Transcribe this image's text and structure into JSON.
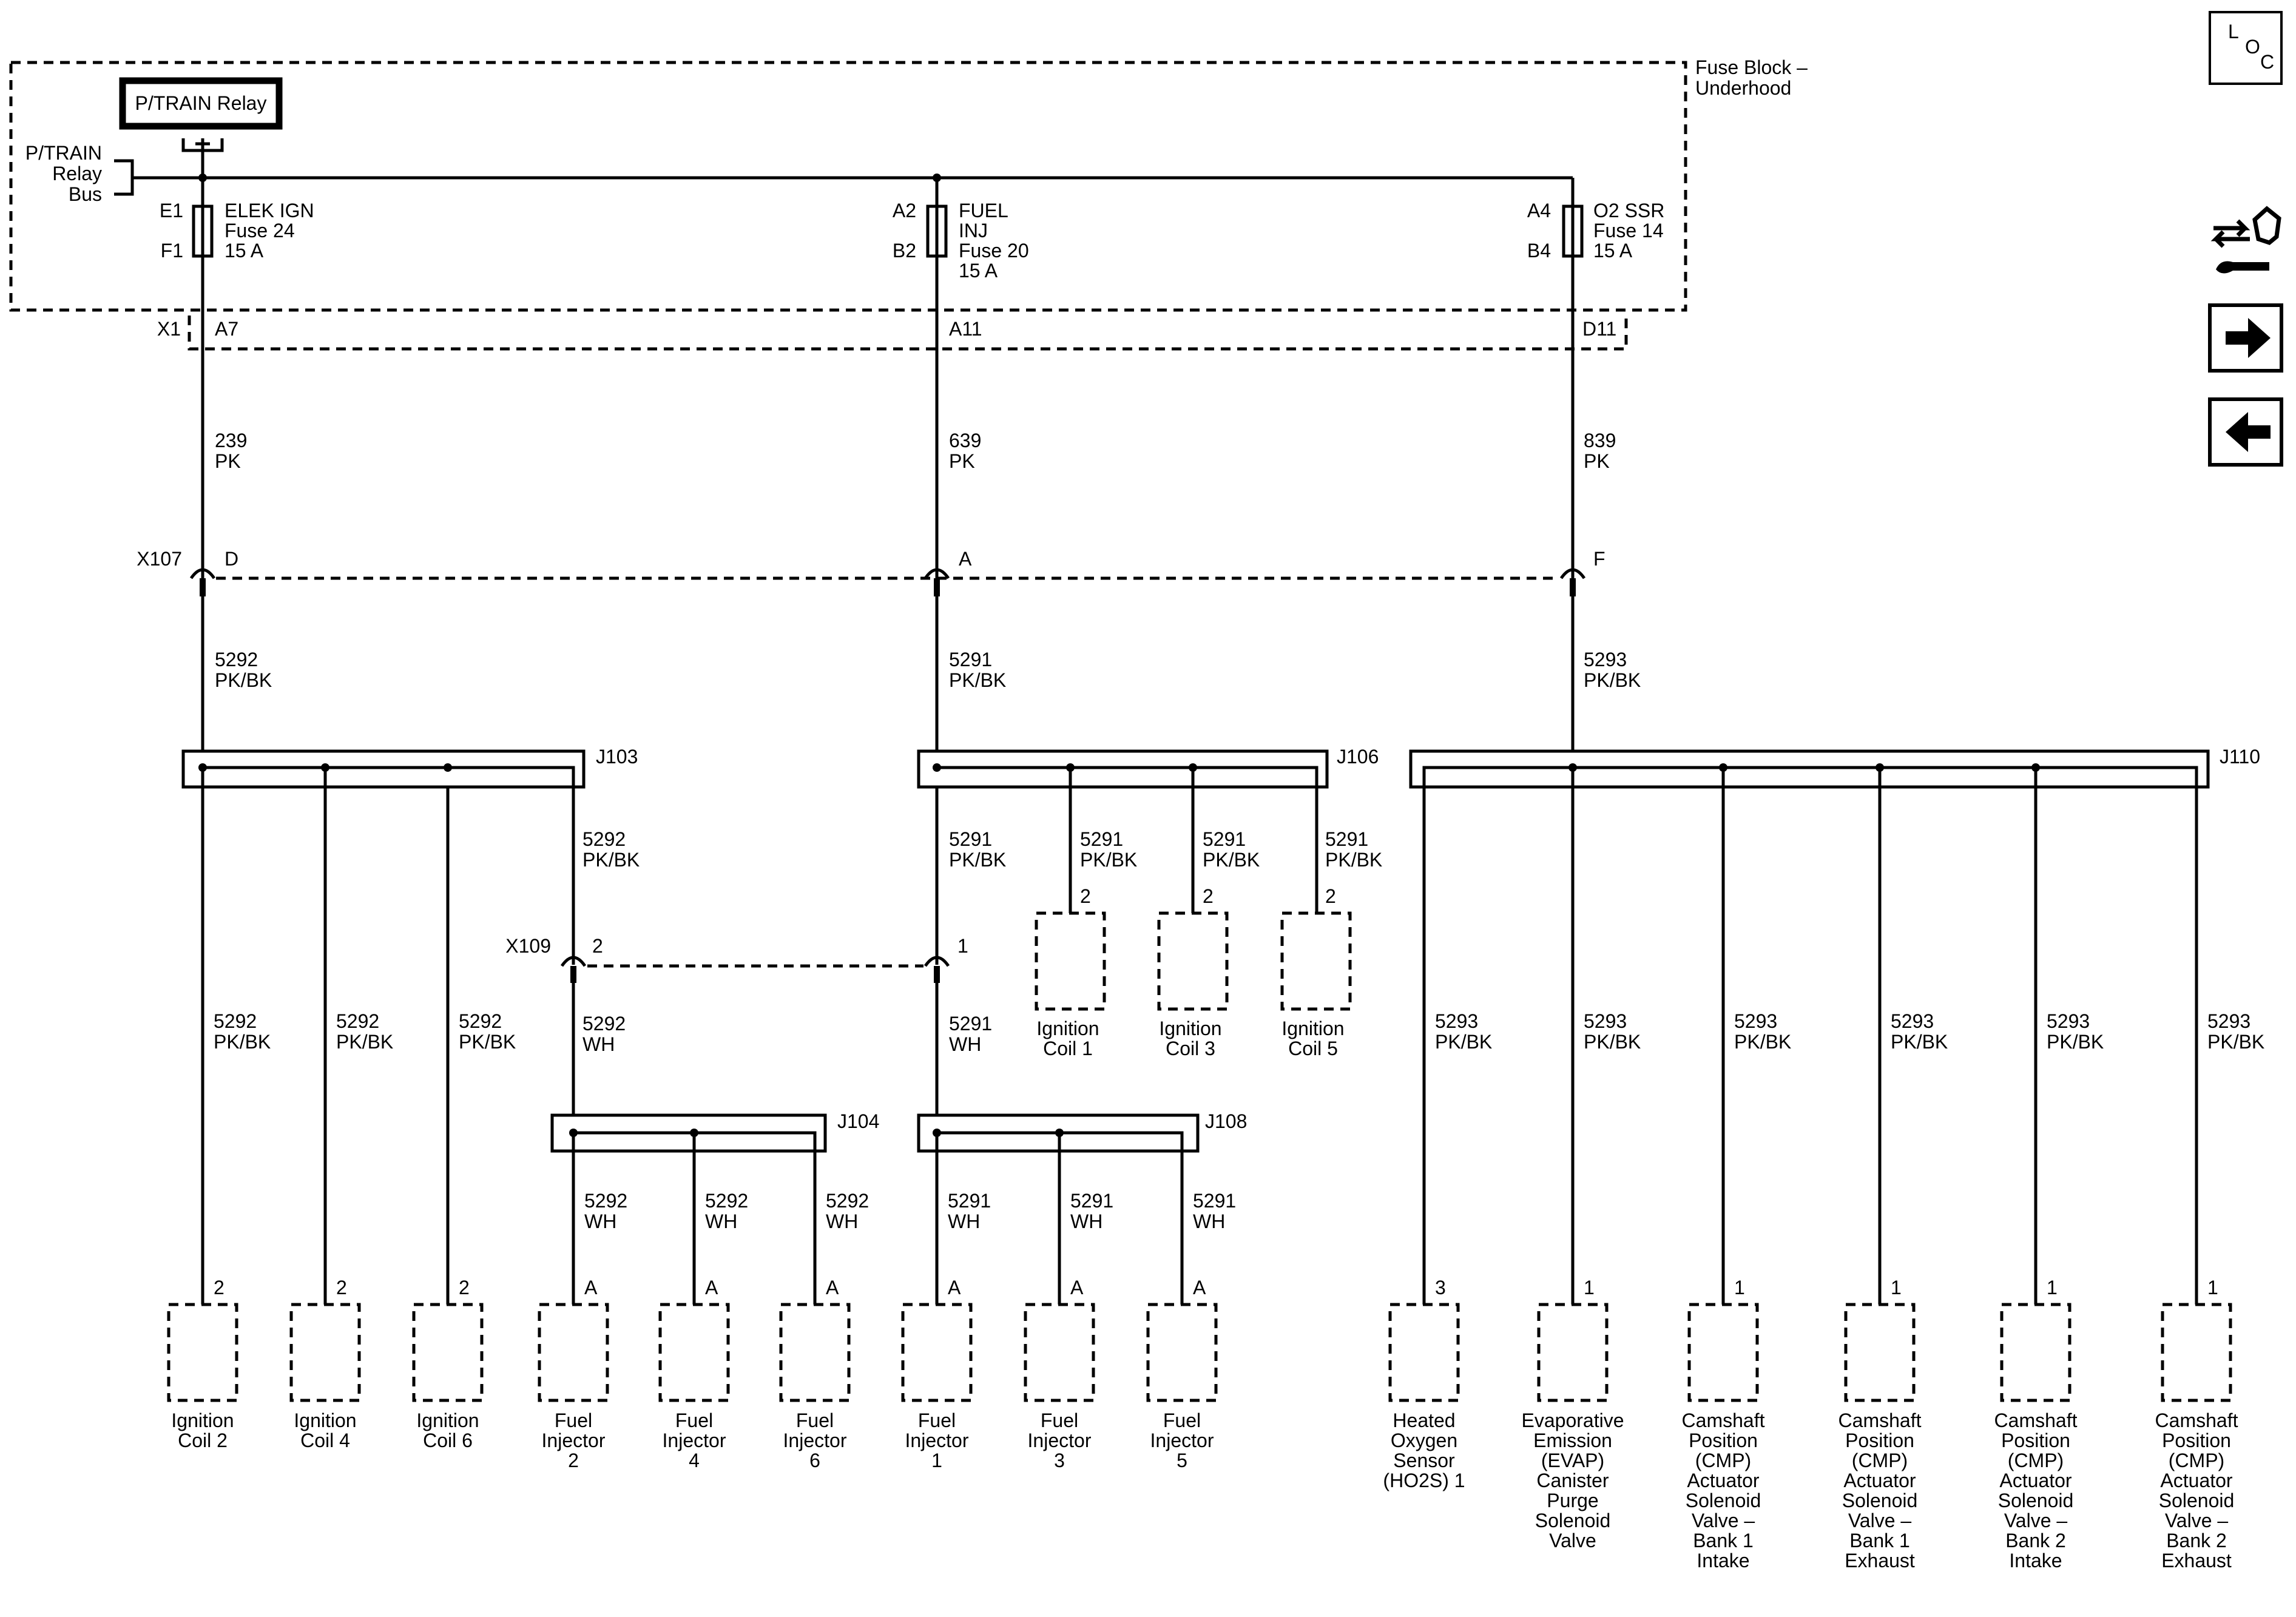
{
  "fuse_block": {
    "title": "Fuse Block –",
    "subtitle": "Underhood"
  },
  "relay": {
    "label": "P/TRAIN Relay"
  },
  "relay_bus": {
    "line1": "P/TRAIN",
    "line2": "Relay",
    "line3": "Bus"
  },
  "fuses": [
    {
      "in_pin": "E1",
      "out_pin": "F1",
      "name_lines": [
        "ELEK IGN",
        "Fuse 24",
        "15 A"
      ]
    },
    {
      "in_pin": "A2",
      "out_pin": "B2",
      "name_lines": [
        "FUEL",
        "INJ",
        "Fuse 20",
        "15 A"
      ]
    },
    {
      "in_pin": "A4",
      "out_pin": "B4",
      "name_lines": [
        "O2 SSR",
        "Fuse 14",
        "15 A"
      ]
    }
  ],
  "connector_x1": {
    "name": "X1",
    "pins": [
      "A7",
      "A11",
      "D11"
    ]
  },
  "feed_wires": [
    {
      "circuit": "239",
      "color": "PK"
    },
    {
      "circuit": "639",
      "color": "PK"
    },
    {
      "circuit": "839",
      "color": "PK"
    }
  ],
  "connector_x107": {
    "name": "X107",
    "pins": [
      "D",
      "A",
      "F"
    ]
  },
  "post_x107_wires": [
    {
      "circuit": "5292",
      "color": "PK/BK"
    },
    {
      "circuit": "5291",
      "color": "PK/BK"
    },
    {
      "circuit": "5293",
      "color": "PK/BK"
    }
  ],
  "splices": {
    "j103": "J103",
    "j106": "J106",
    "j110": "J110",
    "j104": "J104",
    "j108": "J108"
  },
  "connector_x109": {
    "name": "X109",
    "pins": [
      "2",
      "1"
    ]
  },
  "j103_branch": {
    "circuit": "5292",
    "color": "PK/BK"
  },
  "j106_branch": {
    "circuit": "5291",
    "color": "PK/BK"
  },
  "x109_out": [
    {
      "circuit": "5292",
      "color": "WH"
    },
    {
      "circuit": "5291",
      "color": "WH"
    }
  ],
  "top_coils": [
    {
      "circuit": "5291",
      "color": "PK/BK",
      "pin": "2",
      "name_lines": [
        "Ignition",
        "Coil 1"
      ]
    },
    {
      "circuit": "5291",
      "color": "PK/BK",
      "pin": "2",
      "name_lines": [
        "Ignition",
        "Coil 3"
      ]
    },
    {
      "circuit": "5291",
      "color": "PK/BK",
      "pin": "2",
      "name_lines": [
        "Ignition",
        "Coil 5"
      ]
    }
  ],
  "bottom_components": [
    {
      "circuit": "5292",
      "color": "PK/BK",
      "pin": "2",
      "name_lines": [
        "Ignition",
        "Coil 2"
      ]
    },
    {
      "circuit": "5292",
      "color": "PK/BK",
      "pin": "2",
      "name_lines": [
        "Ignition",
        "Coil 4"
      ]
    },
    {
      "circuit": "5292",
      "color": "PK/BK",
      "pin": "2",
      "name_lines": [
        "Ignition",
        "Coil 6"
      ]
    },
    {
      "circuit": "5292",
      "color": "WH",
      "pin": "A",
      "name_lines": [
        "Fuel",
        "Injector",
        "2"
      ]
    },
    {
      "circuit": "5292",
      "color": "WH",
      "pin": "A",
      "name_lines": [
        "Fuel",
        "Injector",
        "4"
      ]
    },
    {
      "circuit": "5292",
      "color": "WH",
      "pin": "A",
      "name_lines": [
        "Fuel",
        "Injector",
        "6"
      ]
    },
    {
      "circuit": "5291",
      "color": "WH",
      "pin": "A",
      "name_lines": [
        "Fuel",
        "Injector",
        "1"
      ]
    },
    {
      "circuit": "5291",
      "color": "WH",
      "pin": "A",
      "name_lines": [
        "Fuel",
        "Injector",
        "3"
      ]
    },
    {
      "circuit": "5291",
      "color": "WH",
      "pin": "A",
      "name_lines": [
        "Fuel",
        "Injector",
        "5"
      ]
    },
    {
      "circuit": "5293",
      "color": "PK/BK",
      "pin": "3",
      "name_lines": [
        "Heated",
        "Oxygen",
        "Sensor",
        "(HO2S) 1"
      ]
    },
    {
      "circuit": "5293",
      "color": "PK/BK",
      "pin": "1",
      "name_lines": [
        "Evaporative",
        "Emission",
        "(EVAP)",
        "Canister",
        "Purge",
        "Solenoid",
        "Valve"
      ]
    },
    {
      "circuit": "5293",
      "color": "PK/BK",
      "pin": "1",
      "name_lines": [
        "Camshaft",
        "Position",
        "(CMP)",
        "Actuator",
        "Solenoid",
        "Valve –",
        "Bank 1",
        "Intake"
      ]
    },
    {
      "circuit": "5293",
      "color": "PK/BK",
      "pin": "1",
      "name_lines": [
        "Camshaft",
        "Position",
        "(CMP)",
        "Actuator",
        "Solenoid",
        "Valve –",
        "Bank 1",
        "Exhaust"
      ]
    },
    {
      "circuit": "5293",
      "color": "PK/BK",
      "pin": "1",
      "name_lines": [
        "Camshaft",
        "Position",
        "(CMP)",
        "Actuator",
        "Solenoid",
        "Valve –",
        "Bank 2",
        "Intake"
      ]
    },
    {
      "circuit": "5293",
      "color": "PK/BK",
      "pin": "1",
      "name_lines": [
        "Camshaft",
        "Position",
        "(CMP)",
        "Actuator",
        "Solenoid",
        "Valve –",
        "Bank 2",
        "Exhaust"
      ]
    }
  ],
  "nav": {
    "loc_letters": [
      "L",
      "O",
      "C"
    ],
    "icons": [
      "component-locator-icon",
      "service-info-icon",
      "next-page-arrow-icon",
      "previous-page-arrow-icon"
    ]
  }
}
